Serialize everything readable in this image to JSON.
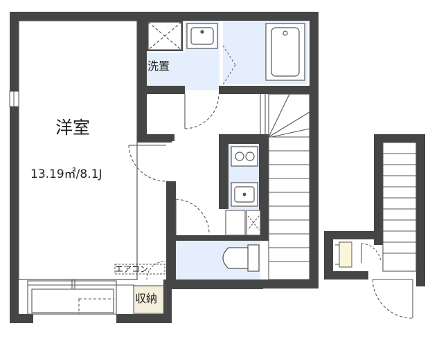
{
  "rooms": {
    "western": {
      "name": "洋室",
      "area": "13.19㎡/8.1J"
    },
    "laundry": "洗置",
    "aircon": "エアコン",
    "storage": "収納"
  },
  "colors": {
    "wall": "#454545",
    "wet_area": "#e4eefc",
    "storage_fill": "#f4eedd",
    "light_fill": "#fbf6da",
    "line": "#555555"
  }
}
